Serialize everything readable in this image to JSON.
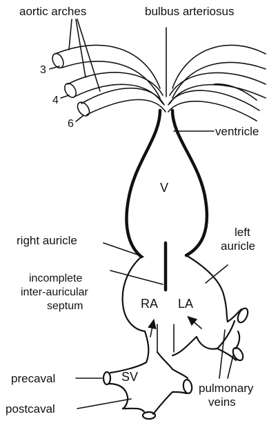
{
  "diagram": {
    "labels": {
      "aortic_arches": "aortic arches",
      "bulbus_arteriosus": "bulbus arteriosus",
      "arch_3": "3",
      "arch_4": "4",
      "arch_6": "6",
      "ventricle": "ventricle",
      "v": "V",
      "right_auricle": "right auricle",
      "left_auricle_1": "left",
      "left_auricle_2": "auricle",
      "septum_1": "incomplete",
      "septum_2": "inter-auricular",
      "septum_3": "septum",
      "ra": "RA",
      "la": "LA",
      "sv": "SV",
      "precaval": "precaval",
      "postcaval": "postcaval",
      "pulmonary_1": "pulmonary",
      "pulmonary_2": "veins"
    },
    "colors": {
      "ink": "#111111",
      "background": "#ffffff"
    }
  }
}
